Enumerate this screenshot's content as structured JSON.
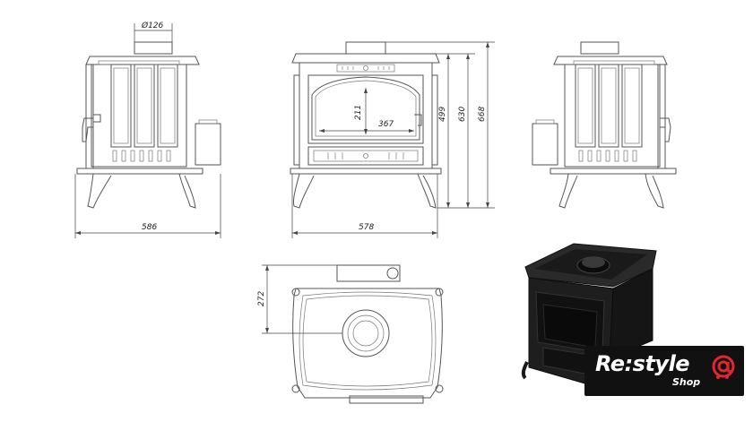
{
  "dimensions": {
    "flue_diameter": "Ø126",
    "side_depth": "586",
    "front_width": "578",
    "door_height": "211",
    "door_width": "367",
    "height_to_top": "499",
    "height_total": "630",
    "height_with_outlet": "668",
    "flue_offset": "272"
  },
  "logo": {
    "brand": "Re:style",
    "sub": "Shop",
    "accent_color": "#e3262d"
  },
  "colors": {
    "line": "#555555",
    "stove_body": "#1c1c1c"
  }
}
